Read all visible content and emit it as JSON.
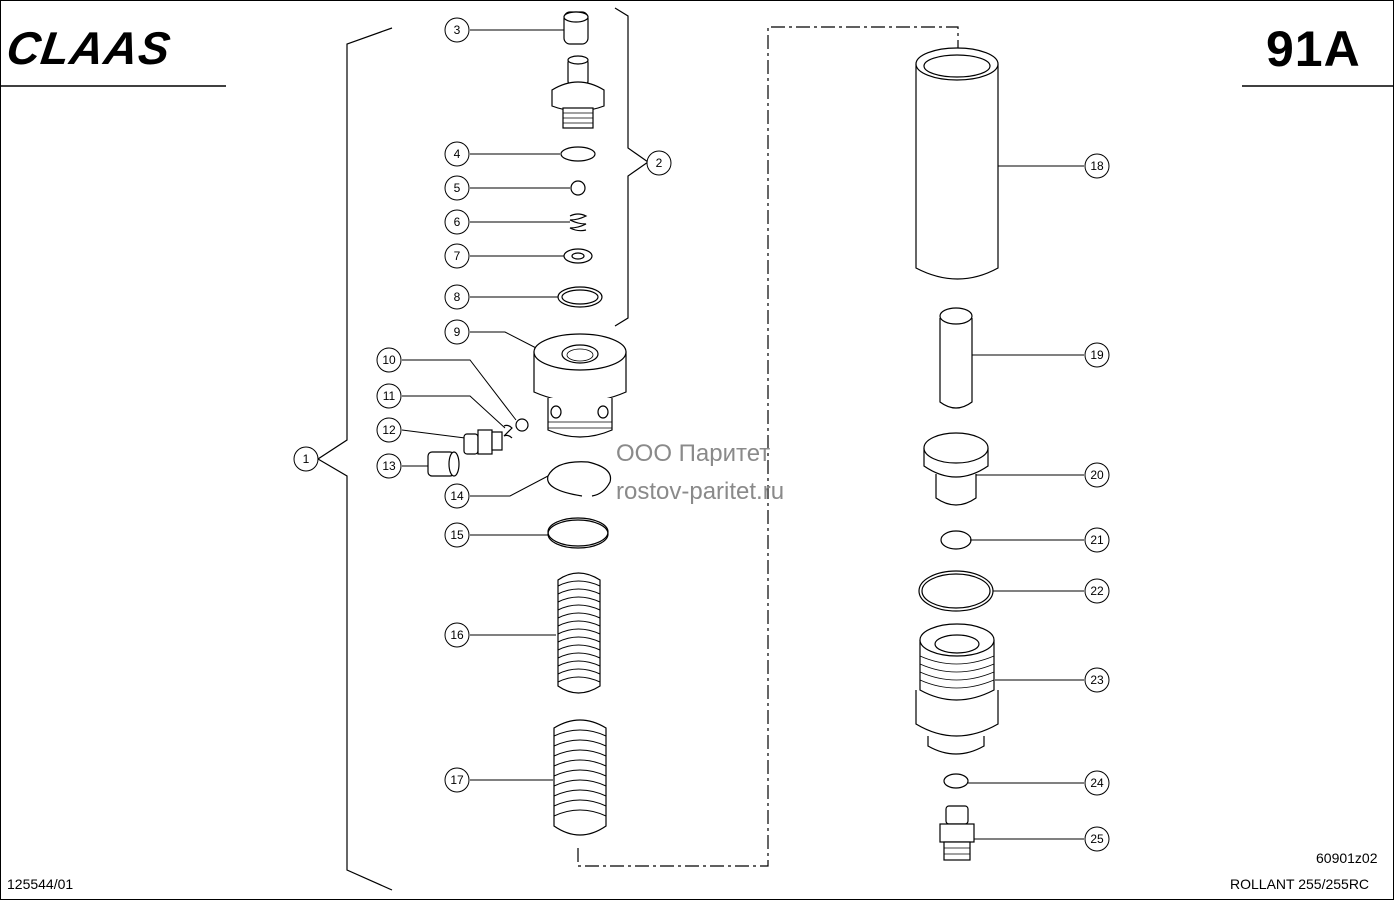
{
  "header": {
    "brand": "CLAAS",
    "page_number": "91A"
  },
  "footer": {
    "doc_number": "125544/01",
    "drawing_code": "60901z02",
    "model": "ROLLANT 255/255RC"
  },
  "watermark": {
    "company": "ООО Паритет",
    "site": "rostov-paritet.ru"
  },
  "callouts": [
    "1",
    "2",
    "3",
    "4",
    "5",
    "6",
    "7",
    "8",
    "9",
    "10",
    "11",
    "12",
    "13",
    "14",
    "15",
    "16",
    "17",
    "18",
    "19",
    "20",
    "21",
    "22",
    "23",
    "24",
    "25"
  ],
  "colors": {
    "line": "#000000",
    "watermark": "#8a8a8a",
    "background": "#ffffff"
  }
}
